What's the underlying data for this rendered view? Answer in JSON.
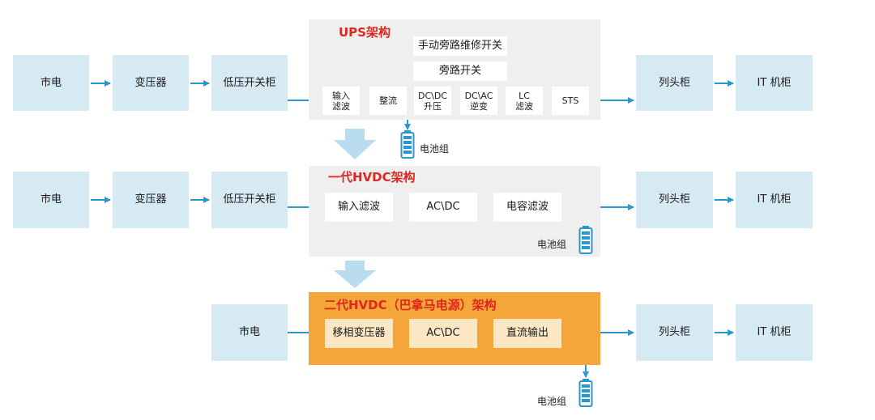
{
  "ups": {
    "title": "UPS架构",
    "left": [
      "市电",
      "变压器",
      "低压开关柜"
    ],
    "manual_bypass": "手动旁路维修开关",
    "bypass": "旁路开关",
    "chain": [
      "输入\n滤波",
      "整流",
      "DC\\DC\n升压",
      "DC\\AC\n逆变",
      "LC\n滤波",
      "STS"
    ],
    "battery": "电池组",
    "right": [
      "列头柜",
      "IT 机柜"
    ]
  },
  "hvdc1": {
    "title": "一代HVDC架构",
    "left": [
      "市电",
      "变压器",
      "低压开关柜"
    ],
    "chain": [
      "输入滤波",
      "AC\\DC",
      "电容滤波"
    ],
    "battery": "电池组",
    "right": [
      "列头柜",
      "IT 机柜"
    ]
  },
  "hvdc2": {
    "title": "二代HVDC（巴拿马电源）架构",
    "left": [
      "市电"
    ],
    "chain": [
      "移相变压器",
      "AC\\DC",
      "直流输出"
    ],
    "battery": "电池组",
    "right": [
      "列头柜",
      "IT 机柜"
    ]
  },
  "colors": {
    "arrow": "#2a97d0",
    "outer_box": "#d6eaf4",
    "panel_gray": "#efefef",
    "panel_orange": "#f4a63a",
    "title_red": "#e0261e",
    "big_arrow": "#b9dcef"
  }
}
